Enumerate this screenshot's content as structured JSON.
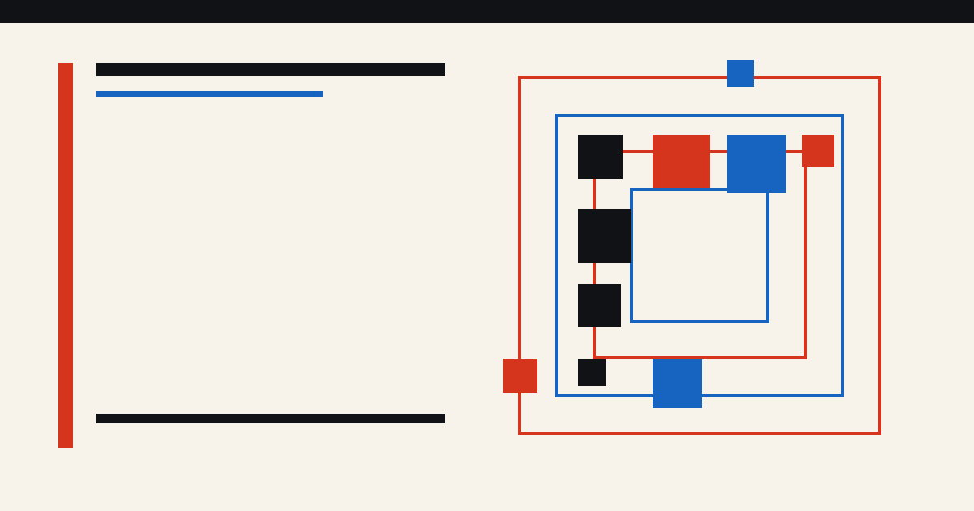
{
  "colors": {
    "background": "#f7f2ea",
    "top_bar": "#111216",
    "red": "#d4351c",
    "blue": "#1763c0",
    "black": "#111216"
  },
  "left_panel": {
    "accent_rule_color": "#d4351c",
    "title_bar_color": "#111216",
    "subtitle_bar_color": "#1763c0",
    "footer_bar_color": "#111216"
  },
  "composition": {
    "frames": [
      {
        "name": "outer-red-frame",
        "color": "#d4351c"
      },
      {
        "name": "outer-blue-frame",
        "color": "#1763c0"
      },
      {
        "name": "inner-red-frame",
        "color": "#d4351c"
      },
      {
        "name": "inner-blue-frame",
        "color": "#1763c0"
      }
    ],
    "blocks": [
      {
        "name": "blue-tab-block",
        "color": "#1763c0"
      },
      {
        "name": "black-block-1",
        "color": "#111216"
      },
      {
        "name": "red-block-top",
        "color": "#d4351c"
      },
      {
        "name": "blue-block-top",
        "color": "#1763c0"
      },
      {
        "name": "red-corner-block",
        "color": "#d4351c"
      },
      {
        "name": "black-block-2",
        "color": "#111216"
      },
      {
        "name": "black-block-3",
        "color": "#111216"
      },
      {
        "name": "black-block-4",
        "color": "#111216"
      },
      {
        "name": "red-side-block",
        "color": "#d4351c"
      },
      {
        "name": "blue-bottom-block",
        "color": "#1763c0"
      }
    ]
  }
}
